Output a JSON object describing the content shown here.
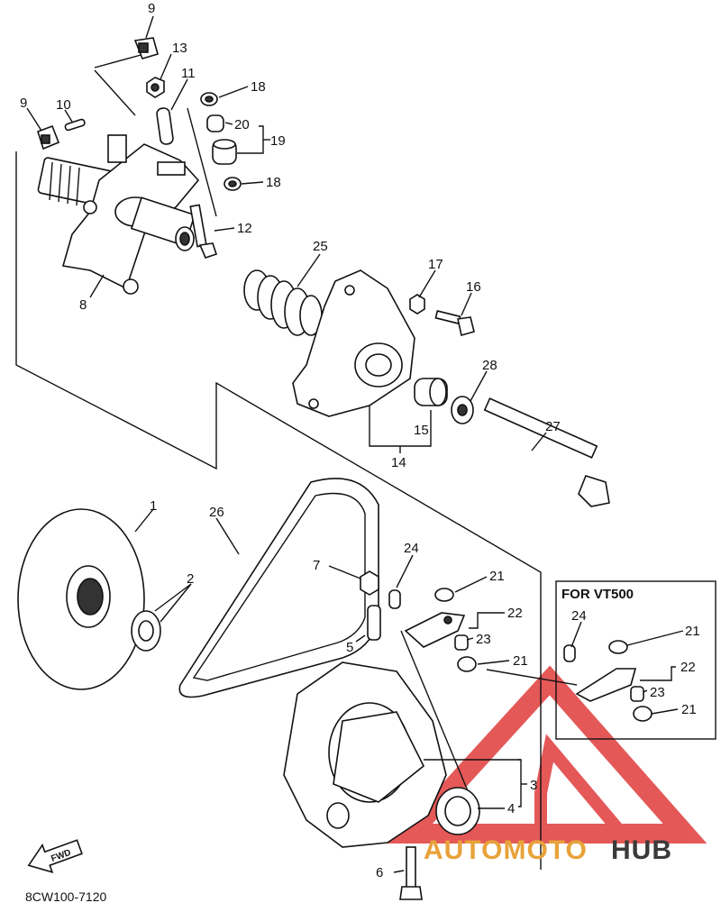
{
  "diagram": {
    "part_code": "8CW100-7120",
    "fwd_label": "FWD",
    "inset_title": "FOR VT500",
    "watermark": {
      "word1": "AUTOMOTO",
      "word2": "HUB",
      "color1": "#e8a23a",
      "color2": "#3a3a3a",
      "mark_color": "#e03c3c"
    },
    "callouts": [
      {
        "id": "c9a",
        "label": "9"
      },
      {
        "id": "c13",
        "label": "13"
      },
      {
        "id": "c11",
        "label": "11"
      },
      {
        "id": "c9b",
        "label": "9"
      },
      {
        "id": "c10",
        "label": "10"
      },
      {
        "id": "c18a",
        "label": "18"
      },
      {
        "id": "c20",
        "label": "20"
      },
      {
        "id": "c19",
        "label": "19"
      },
      {
        "id": "c18b",
        "label": "18"
      },
      {
        "id": "c12",
        "label": "12"
      },
      {
        "id": "c8",
        "label": "8"
      },
      {
        "id": "c25",
        "label": "25"
      },
      {
        "id": "c17",
        "label": "17"
      },
      {
        "id": "c16",
        "label": "16"
      },
      {
        "id": "c28",
        "label": "28"
      },
      {
        "id": "c15",
        "label": "15"
      },
      {
        "id": "c14",
        "label": "14"
      },
      {
        "id": "c27",
        "label": "27"
      },
      {
        "id": "c1",
        "label": "1"
      },
      {
        "id": "c26",
        "label": "26"
      },
      {
        "id": "c2",
        "label": "2"
      },
      {
        "id": "c7",
        "label": "7"
      },
      {
        "id": "c24",
        "label": "24"
      },
      {
        "id": "c21a",
        "label": "21"
      },
      {
        "id": "c22",
        "label": "22"
      },
      {
        "id": "c5",
        "label": "5"
      },
      {
        "id": "c23",
        "label": "23"
      },
      {
        "id": "c21b",
        "label": "21"
      },
      {
        "id": "c3",
        "label": "3"
      },
      {
        "id": "c4",
        "label": "4"
      },
      {
        "id": "c6",
        "label": "6"
      },
      {
        "id": "c24i",
        "label": "24"
      },
      {
        "id": "c21i1",
        "label": "21"
      },
      {
        "id": "c22i",
        "label": "22"
      },
      {
        "id": "c23i",
        "label": "23"
      },
      {
        "id": "c21i2",
        "label": "21"
      }
    ]
  }
}
